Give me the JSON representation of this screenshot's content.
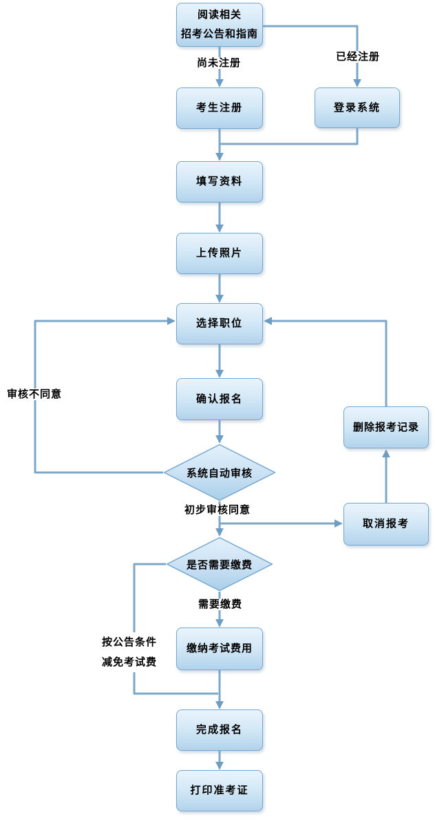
{
  "flowchart": {
    "colors": {
      "background": "#ffffff",
      "node_fill_top": "#e9f4fc",
      "node_fill_bottom": "#b2d3ec",
      "node_border": "#73a5cf",
      "connector": "#7ba7c9",
      "arrowhead": "#6e9dc3",
      "text": "#000000"
    },
    "nodes": {
      "read_announcement": {
        "type": "process",
        "line1": "阅读相关",
        "line2": "招考公告和指南"
      },
      "candidate_register": {
        "type": "process",
        "label": "考生注册"
      },
      "login_system": {
        "type": "process",
        "label": "登录系统"
      },
      "fill_info": {
        "type": "process",
        "label": "填写资料"
      },
      "upload_photo": {
        "type": "process",
        "label": "上传照片"
      },
      "select_position": {
        "type": "process",
        "label": "选择职位"
      },
      "confirm_registration": {
        "type": "process",
        "label": "确认报名"
      },
      "system_auto_review": {
        "type": "decision",
        "label": "系统自动审核"
      },
      "need_payment": {
        "type": "decision",
        "label": "是否需要缴费"
      },
      "pay_exam_fee": {
        "type": "process",
        "label": "缴纳考试费用"
      },
      "complete_registration": {
        "type": "process",
        "label": "完成报名"
      },
      "print_admission_ticket": {
        "type": "process",
        "label": "打印准考证"
      },
      "delete_record": {
        "type": "process",
        "label": "删除报考记录"
      },
      "cancel_registration": {
        "type": "process",
        "label": "取消报考"
      }
    },
    "edge_labels": {
      "not_registered": "尚未注册",
      "already_registered": "已经注册",
      "review_rejected": "审核不同意",
      "preliminary_approved": "初步审核同意",
      "payment_required": "需要缴费",
      "fee_waiver_line1": "按公告条件",
      "fee_waiver_line2": "减免考试费"
    }
  }
}
